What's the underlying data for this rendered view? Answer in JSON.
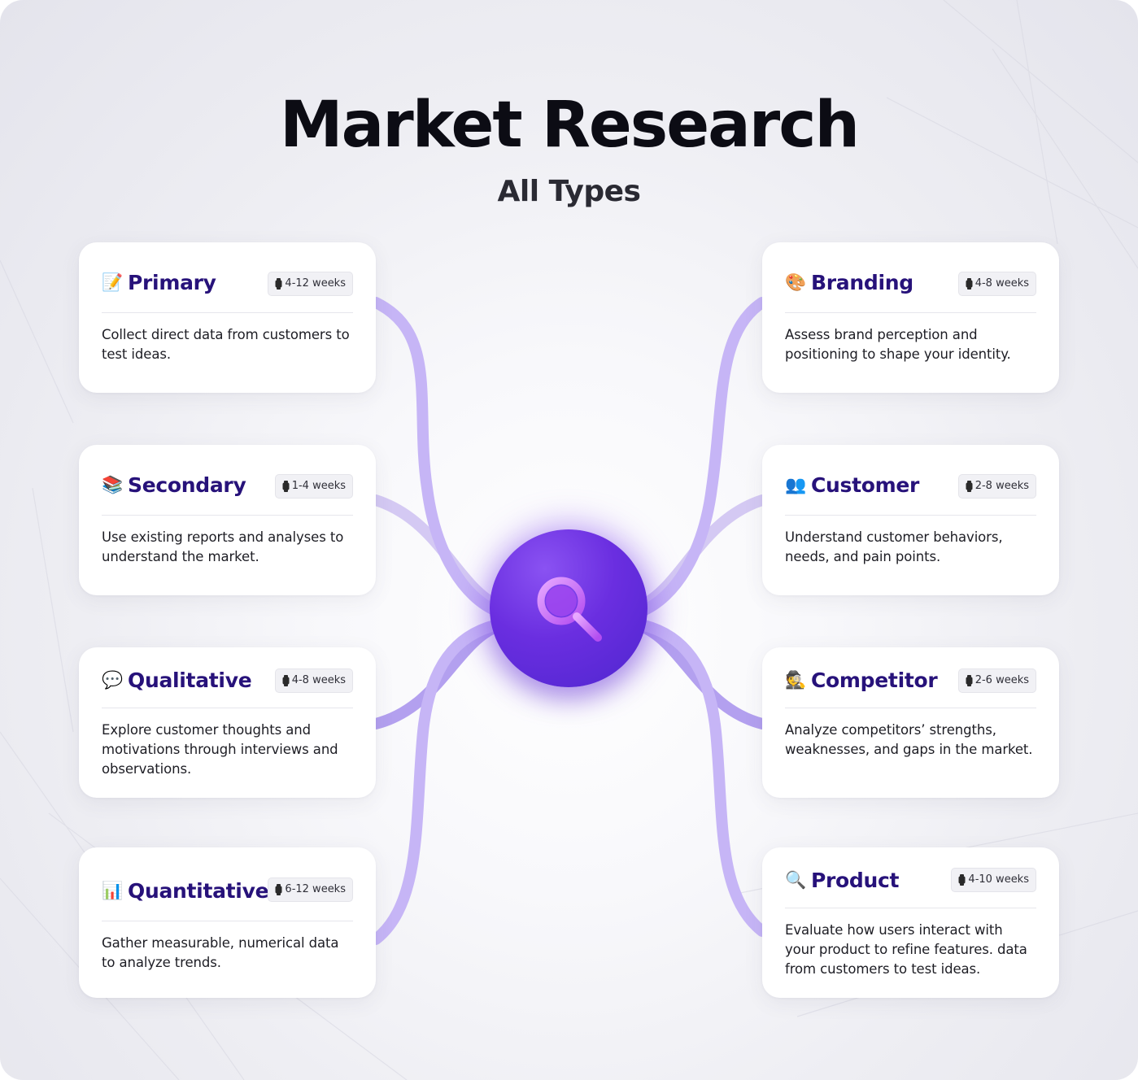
{
  "title": "Market Research",
  "subtitle": "All Types",
  "colors": {
    "accent": "#5a2ad6",
    "connector": "#b9a6f5",
    "card_title": "#27127a"
  },
  "hub": {
    "icon": "magnifying-glass-icon"
  },
  "cards": [
    {
      "title": "Primary",
      "icon": "memo-icon",
      "emoji": "📝",
      "duration": "4-12 weeks",
      "description": "Collect direct data from customers to test ideas."
    },
    {
      "title": "Secondary",
      "icon": "books-icon",
      "emoji": "📚",
      "duration": "1-4 weeks",
      "description": "Use existing reports and analyses to understand the market."
    },
    {
      "title": "Qualitative",
      "icon": "speech-bubble-icon",
      "emoji": "💬",
      "duration": "4-8 weeks",
      "description": "Explore customer thoughts and motivations through interviews and observations."
    },
    {
      "title": "Quantitative",
      "icon": "bar-chart-icon",
      "emoji": "📊",
      "duration": "6-12 weeks",
      "description": "Gather measurable, numerical data to analyze trends."
    },
    {
      "title": "Branding",
      "icon": "palette-icon",
      "emoji": "🎨",
      "duration": "4-8 weeks",
      "description": "Assess brand perception and positioning to shape your identity."
    },
    {
      "title": "Customer",
      "icon": "people-icon",
      "emoji": "👥",
      "duration": "2-8 weeks",
      "description": "Understand customer behaviors, needs, and pain points."
    },
    {
      "title": "Competitor",
      "icon": "detective-icon",
      "emoji": "🕵",
      "duration": "2-6 weeks",
      "description": "Analyze competitors’ strengths, weaknesses, and gaps in the market."
    },
    {
      "title": "Product",
      "icon": "magnifying-glass-icon",
      "emoji": "🔍",
      "duration": "4-10 weeks",
      "description": "Evaluate how users interact with your product to refine features. data from customers to test ideas."
    }
  ]
}
